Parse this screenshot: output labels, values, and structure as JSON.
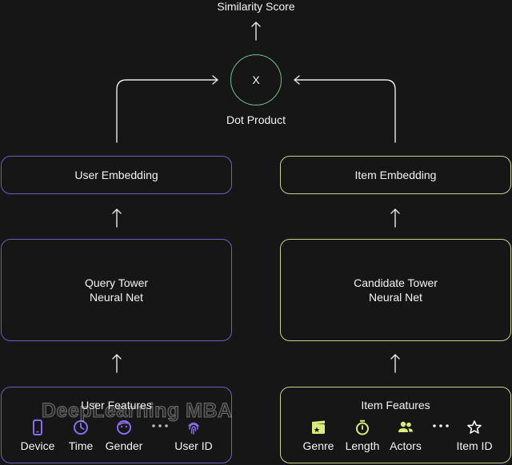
{
  "output": {
    "title": "Similarity Score"
  },
  "dot_product": {
    "symbol": "X",
    "label": "Dot Product"
  },
  "user_side": {
    "embedding_label": "User Embedding",
    "tower_line1": "Query Tower",
    "tower_line2": "Neural Net",
    "features_title": "User Features",
    "features": [
      {
        "icon": "phone-icon",
        "label": "Device"
      },
      {
        "icon": "clock-icon",
        "label": "Time"
      },
      {
        "icon": "face-icon",
        "label": "Gender"
      },
      {
        "icon": "ellipsis-icon",
        "label": ""
      },
      {
        "icon": "fingerprint-icon",
        "label": "User ID"
      }
    ]
  },
  "item_side": {
    "embedding_label": "Item Embedding",
    "tower_line1": "Candidate Tower",
    "tower_line2": "Neural Net",
    "features_title": "Item Features",
    "features": [
      {
        "icon": "clapperboard-icon",
        "label": "Genre"
      },
      {
        "icon": "stopwatch-icon",
        "label": "Length"
      },
      {
        "icon": "people-icon",
        "label": "Actors"
      },
      {
        "icon": "ellipsis-icon",
        "label": ""
      },
      {
        "icon": "star-icon",
        "label": "Item ID"
      }
    ]
  },
  "watermark": "DeepLearning MBA",
  "colors": {
    "background": "#161616",
    "user_border": "#6b5dc2",
    "item_border": "#c6d28a",
    "dot_border": "#6fbf93",
    "user_icon": "#8a6cf0",
    "item_icon": "#d9ec78",
    "text": "#f4f4f4"
  }
}
